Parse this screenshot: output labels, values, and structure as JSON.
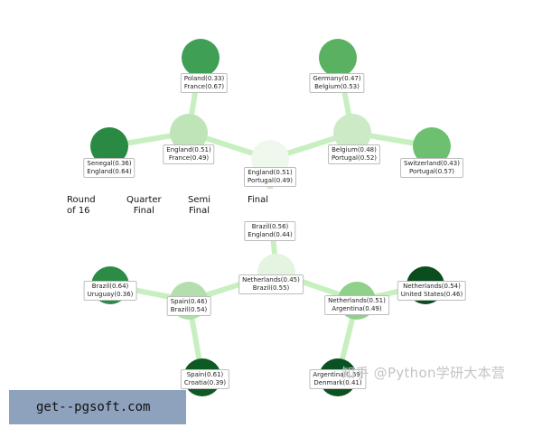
{
  "stages": [
    {
      "id": "r16",
      "text": "Round\nof 16"
    },
    {
      "id": "qf",
      "text": "Quarter\nFinal"
    },
    {
      "id": "sf",
      "text": "Semi\nFinal"
    },
    {
      "id": "f",
      "text": "Final"
    }
  ],
  "matches": [
    {
      "id": "pol-fra",
      "lines": [
        "Poland(0.33)",
        "France(0.67)"
      ],
      "color": "#3f9f55"
    },
    {
      "id": "ger-bel",
      "lines": [
        "Germany(0.47)",
        "Belgium(0.53)"
      ],
      "color": "#5ab162"
    },
    {
      "id": "sen-eng",
      "lines": [
        "Senegal(0.36)",
        "England(0.64)"
      ],
      "color": "#2a8a43"
    },
    {
      "id": "sui-por",
      "lines": [
        "Switzerland(0.43)",
        "Portugal(0.57)"
      ],
      "color": "#6dc06f"
    },
    {
      "id": "eng-fra",
      "lines": [
        "England(0.51)",
        "France(0.49)"
      ],
      "color": "#bfe4b8"
    },
    {
      "id": "bel-por",
      "lines": [
        "Belgium(0.48)",
        "Portugal(0.52)"
      ],
      "color": "#cdeac7"
    },
    {
      "id": "eng-por",
      "lines": [
        "England(0.51)",
        "Portugal(0.49)"
      ],
      "color": "#eef8ec"
    },
    {
      "id": "bra-eng",
      "lines": [
        "Brazil(0.56)",
        "England(0.44)"
      ],
      "color": "#ffffff"
    },
    {
      "id": "ned-bra",
      "lines": [
        "Netherlands(0.45)",
        "Brazil(0.55)"
      ],
      "color": "#e4f4e0"
    },
    {
      "id": "bra-uru",
      "lines": [
        "Brazil(0.64)",
        "Uruguay(0.36)"
      ],
      "color": "#2c8c45"
    },
    {
      "id": "ned-usa",
      "lines": [
        "Netherlands(0.54)",
        "United States(0.46)"
      ],
      "color": "#0b4d1f"
    },
    {
      "id": "spa-bra",
      "lines": [
        "Spain(0.46)",
        "Brazil(0.54)"
      ],
      "color": "#b2dfab"
    },
    {
      "id": "ned-arg",
      "lines": [
        "Netherlands(0.51)",
        "Argentina(0.49)"
      ],
      "color": "#8fd08a"
    },
    {
      "id": "spa-cro",
      "lines": [
        "Spain(0.61)",
        "Croatia(0.39)"
      ],
      "color": "#0e5a25"
    },
    {
      "id": "arg-den",
      "lines": [
        "Argentina(0.59)",
        "Denmark(0.41)"
      ],
      "color": "#0a5222"
    }
  ],
  "watermark": "知乎 @Python学研大本营",
  "footer": {
    "text": "get--pgsoft.com"
  }
}
